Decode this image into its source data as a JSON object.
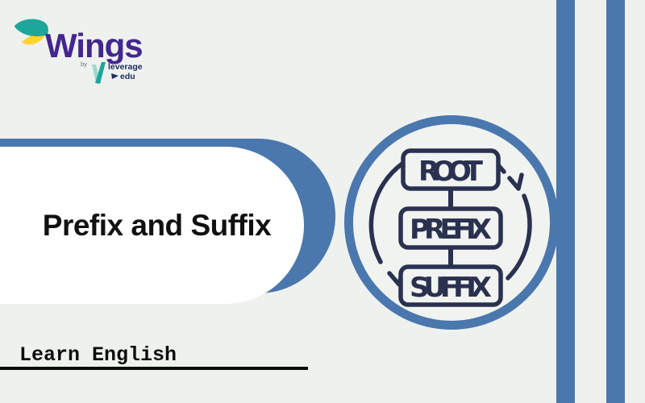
{
  "brand": {
    "name": "Wings",
    "by_label": "by",
    "leverage_label": "leverage",
    "edu_label": "edu"
  },
  "hero": {
    "title": "Prefix and Suffix"
  },
  "diagram": {
    "icon": "root-prefix-suffix-cycle",
    "boxes": [
      "ROOT",
      "PREFIX",
      "SUFFIX"
    ]
  },
  "footer": {
    "label": "Learn English"
  },
  "colors": {
    "accent_blue": "#4a77ad",
    "icon_navy": "#2a3150",
    "brand_purple": "#44268f",
    "leaf_teal": "#1ca79a",
    "leaf_yellow": "#ffd42e",
    "background": "#eef1ee",
    "title_ink": "#111111",
    "underline_black": "#0d0d0d"
  }
}
